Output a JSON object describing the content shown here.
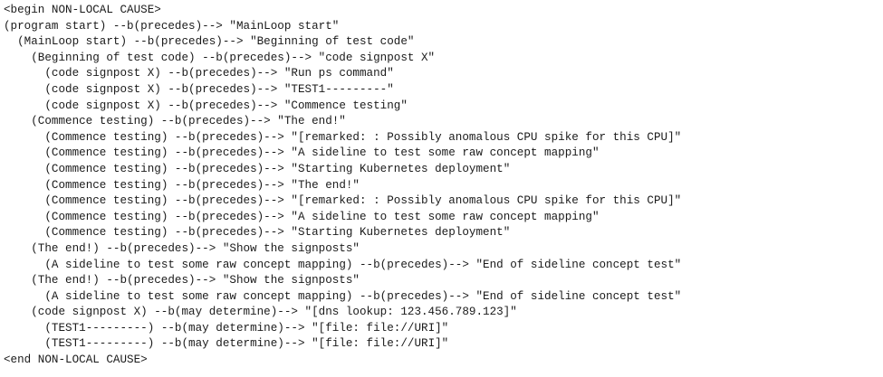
{
  "lines": [
    {
      "indent": 0,
      "text": "<begin NON-LOCAL CAUSE>"
    },
    {
      "indent": 0,
      "text": "(program start) --b(precedes)--> \"MainLoop start\""
    },
    {
      "indent": 2,
      "text": "(MainLoop start) --b(precedes)--> \"Beginning of test code\""
    },
    {
      "indent": 4,
      "text": "(Beginning of test code) --b(precedes)--> \"code signpost X\""
    },
    {
      "indent": 6,
      "text": "(code signpost X) --b(precedes)--> \"Run ps command\""
    },
    {
      "indent": 6,
      "text": "(code signpost X) --b(precedes)--> \"TEST1---------\""
    },
    {
      "indent": 6,
      "text": "(code signpost X) --b(precedes)--> \"Commence testing\""
    },
    {
      "indent": 4,
      "text": "(Commence testing) --b(precedes)--> \"The end!\""
    },
    {
      "indent": 6,
      "text": "(Commence testing) --b(precedes)--> \"[remarked: : Possibly anomalous CPU spike for this CPU]\""
    },
    {
      "indent": 6,
      "text": "(Commence testing) --b(precedes)--> \"A sideline to test some raw concept mapping\""
    },
    {
      "indent": 6,
      "text": "(Commence testing) --b(precedes)--> \"Starting Kubernetes deployment\""
    },
    {
      "indent": 6,
      "text": "(Commence testing) --b(precedes)--> \"The end!\""
    },
    {
      "indent": 6,
      "text": "(Commence testing) --b(precedes)--> \"[remarked: : Possibly anomalous CPU spike for this CPU]\""
    },
    {
      "indent": 6,
      "text": "(Commence testing) --b(precedes)--> \"A sideline to test some raw concept mapping\""
    },
    {
      "indent": 6,
      "text": "(Commence testing) --b(precedes)--> \"Starting Kubernetes deployment\""
    },
    {
      "indent": 4,
      "text": "(The end!) --b(precedes)--> \"Show the signposts\""
    },
    {
      "indent": 6,
      "text": "(A sideline to test some raw concept mapping) --b(precedes)--> \"End of sideline concept test\""
    },
    {
      "indent": 4,
      "text": "(The end!) --b(precedes)--> \"Show the signposts\""
    },
    {
      "indent": 6,
      "text": "(A sideline to test some raw concept mapping) --b(precedes)--> \"End of sideline concept test\""
    },
    {
      "indent": 4,
      "text": "(code signpost X) --b(may determine)--> \"[dns lookup: 123.456.789.123]\""
    },
    {
      "indent": 6,
      "text": "(TEST1---------) --b(may determine)--> \"[file: file://URI]\""
    },
    {
      "indent": 6,
      "text": "(TEST1---------) --b(may determine)--> \"[file: file://URI]\""
    },
    {
      "indent": 0,
      "text": "<end NON-LOCAL CAUSE>"
    }
  ]
}
